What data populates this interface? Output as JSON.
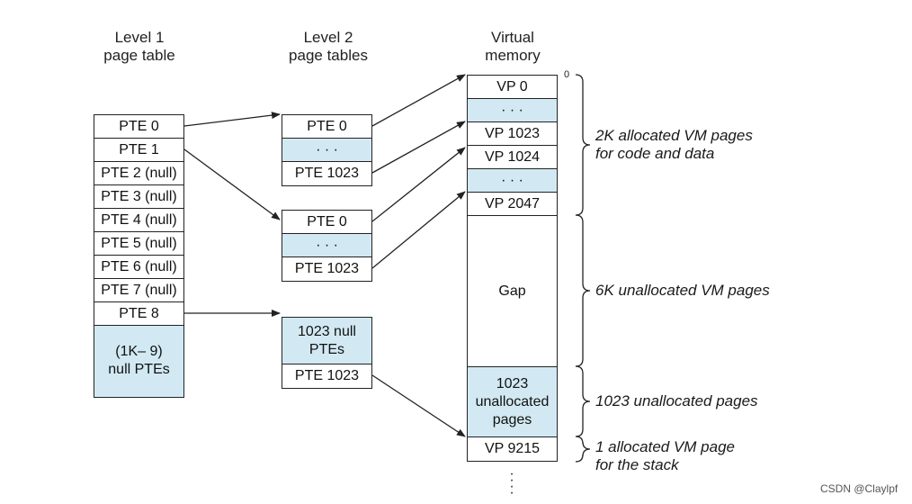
{
  "headers": {
    "l1": [
      "Level 1",
      "page table"
    ],
    "l2": [
      "Level 2",
      "page tables"
    ],
    "vm": [
      "Virtual",
      "memory"
    ]
  },
  "level1": [
    "PTE 0",
    "PTE 1",
    "PTE 2 (null)",
    "PTE 3 (null)",
    "PTE 4 (null)",
    "PTE 5 (null)",
    "PTE 6 (null)",
    "PTE 7 (null)",
    "PTE 8",
    "(1K– 9)\nnull PTEs"
  ],
  "level2_a": [
    "PTE 0",
    "· · ·",
    "PTE 1023"
  ],
  "level2_b": [
    "PTE 0",
    "· · ·",
    "PTE 1023"
  ],
  "level2_c": [
    "1023 null\nPTEs",
    "PTE 1023"
  ],
  "vm": [
    "VP 0",
    "· · ·",
    "VP 1023",
    "VP 1024",
    "· · ·",
    "VP 2047",
    "Gap",
    "1023\nunallocated\npages",
    "VP 9215"
  ],
  "vm_start_label": "0",
  "annotations": {
    "code_data": [
      "2K allocated VM pages",
      "for code and data"
    ],
    "gap": [
      "6K unallocated VM pages"
    ],
    "unalloc": [
      "1023 unallocated pages"
    ],
    "stack": [
      "1 allocated VM page",
      "for the stack"
    ]
  },
  "watermark": "CSDN @Claylpf",
  "colors": {
    "highlight": "#d2e9f3",
    "line": "#222222"
  }
}
